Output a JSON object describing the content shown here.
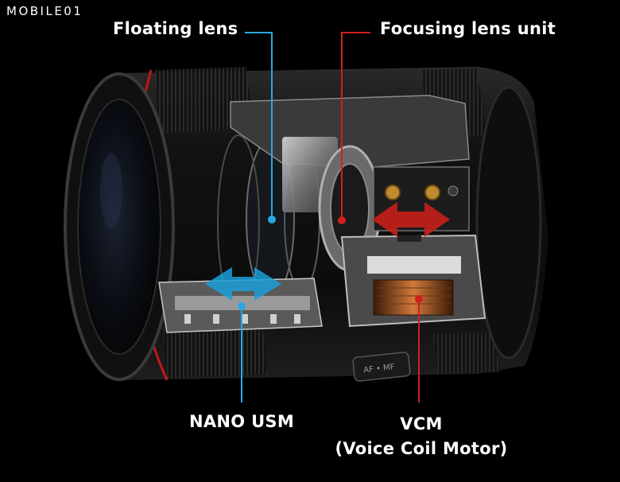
{
  "brand": {
    "logo_text": "MOBILE01"
  },
  "callouts": {
    "floating_lens": "Floating lens",
    "focusing_lens_unit": "Focusing lens unit",
    "nano_usm": "NANO USM",
    "vcm_line1": "VCM",
    "vcm_line2": "(Voice Coil Motor)"
  },
  "lens_markings": {
    "switch": "AF • MF"
  },
  "colors": {
    "background": "#000000",
    "callout_blue": "#29a8e0",
    "callout_red": "#d0201c",
    "arrow_blue": "#1b9fd8",
    "arrow_red": "#c8201a",
    "lens_body": "#151515",
    "lens_ring_accent": "#c4161c",
    "mechanism_metal": "#8c8c8c"
  }
}
